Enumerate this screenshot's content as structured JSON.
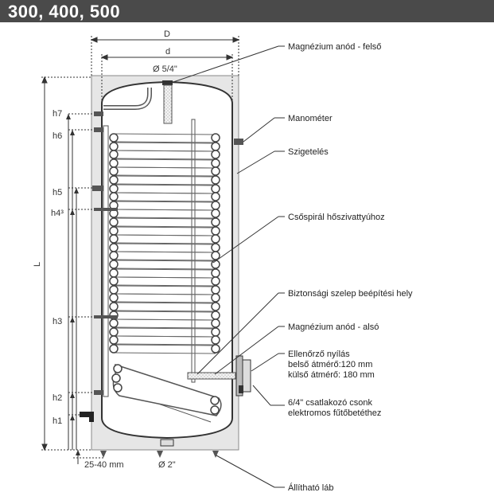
{
  "header": {
    "title": "300, 400, 500"
  },
  "dimensions": {
    "D": "D",
    "d": "d",
    "top_connection": "Ø 5/4\"",
    "bottom_connection": "Ø 2\"",
    "foot_height": "25-40 mm",
    "L": "L",
    "h7": "h7",
    "h6": "h6",
    "h5": "h5",
    "h4": "h4³",
    "h3": "h3",
    "h2": "h2",
    "h1": "h1"
  },
  "labels": {
    "anode_top": "Magnézium anód - felső",
    "manometer": "Manométer",
    "insulation": "Szigetelés",
    "heat_pump_coil": "Csőspirál hőszivattyúhoz",
    "safety_valve": "Biztonsági szelep beépítési hely",
    "anode_bottom": "Magnézium anód - alsó",
    "inspection_line1": "Ellenőrző nyílás",
    "inspection_line2": "belső átmérő:120 mm",
    "inspection_line3": "külső átmérő: 180 mm",
    "heater_socket_line1": "6/4\" csatlakozó csonk",
    "heater_socket_line2": "elektromos fűtőbetéthez",
    "adjustable_foot": "Állítható láb"
  },
  "colors": {
    "header_bg": "#4a4a4a",
    "insulation": "#e6e6e6",
    "tank_inner": "#ffffff",
    "lines": "#333333"
  }
}
